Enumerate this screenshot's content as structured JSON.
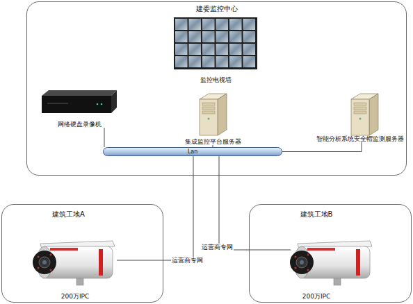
{
  "diagram": {
    "nodes": [
      {
        "text": [
          "建委监控中心"
        ]
      },
      {
        "text": [
          "监控电视墙"
        ],
        "in": 0
      },
      {
        "text": [
          "网络硬盘录像机"
        ],
        "in": 0
      },
      {
        "text": [
          "集成监控平台服务器"
        ],
        "in": 0
      },
      {
        "text": [
          "智能分析系统安全帽监测服务器"
        ],
        "in": 0
      },
      {
        "text": [
          "Lan"
        ],
        "in": 0
      },
      {
        "text": [
          "建筑工地A"
        ]
      },
      {
        "text": [
          "200万IPC"
        ],
        "in": 6
      },
      {
        "text": [
          "建筑工地B"
        ]
      },
      {
        "text": [
          "200万IPC"
        ],
        "in": 8
      }
    ],
    "edges": [
      {
        "from": 2,
        "to": 5,
        "arrow": "none"
      },
      {
        "from": 3,
        "to": 5,
        "arrow": "none"
      },
      {
        "from": 4,
        "to": 5,
        "arrow": "none"
      },
      {
        "from": 5,
        "to": 7,
        "label": "运营商专网",
        "arrow": "none"
      },
      {
        "from": 5,
        "to": 9,
        "label": "运营商专网",
        "arrow": "none"
      }
    ]
  }
}
